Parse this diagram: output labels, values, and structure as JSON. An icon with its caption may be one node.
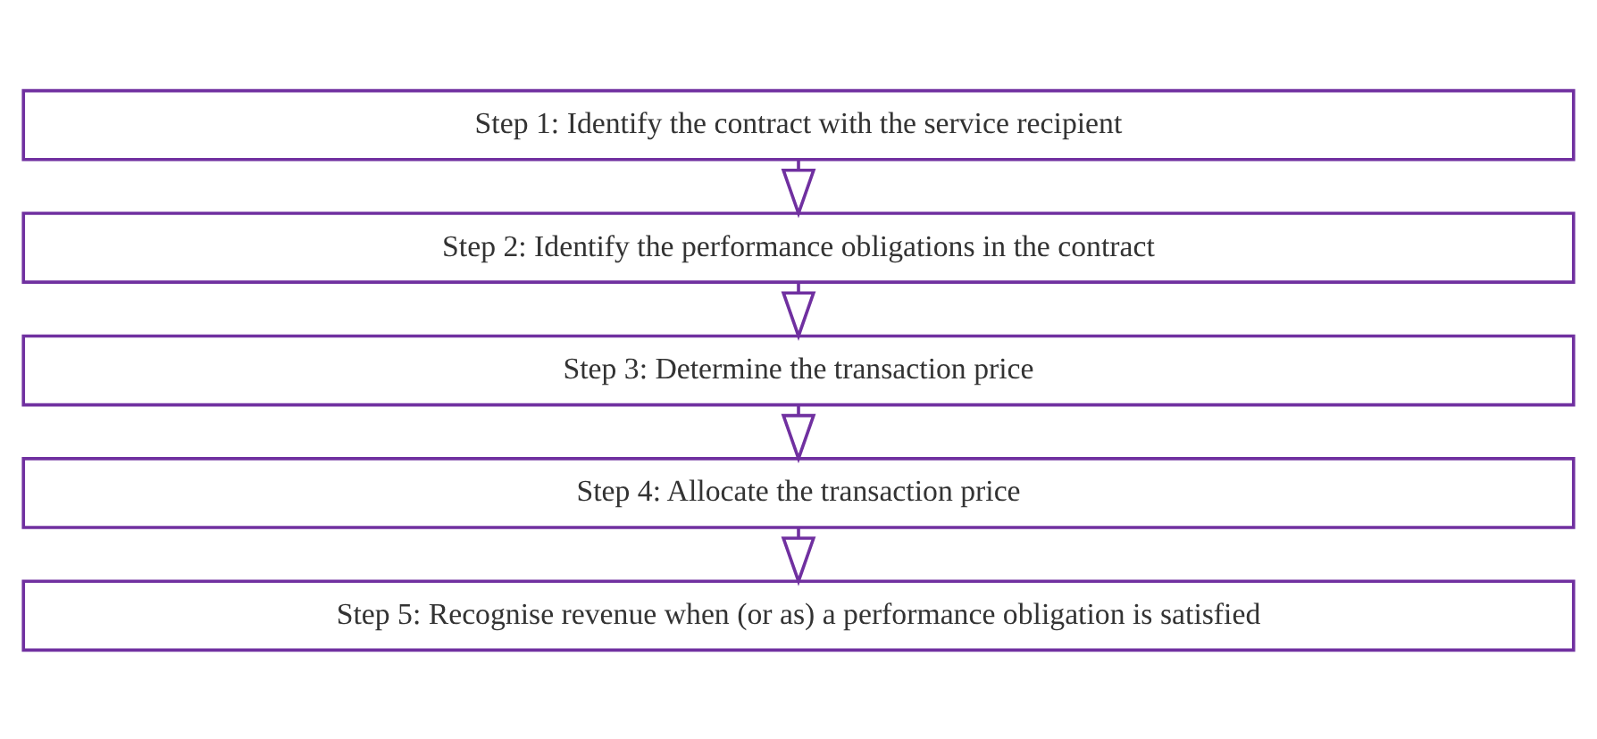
{
  "diagram": {
    "nodes": [
      {
        "text": [
          "Step 1: Identify the contract with the service recipient"
        ]
      },
      {
        "text": [
          "Step 2: Identify the performance obligations in the contract"
        ]
      },
      {
        "text": [
          "Step 3: Determine the transaction price"
        ]
      },
      {
        "text": [
          "Step 4: Allocate the transaction price"
        ]
      },
      {
        "text": [
          "Step 5: Recognise revenue when (or as) a performance obligation is satisfied"
        ]
      }
    ],
    "edges": [
      {
        "from": 0,
        "to": 1,
        "arrow": "to"
      },
      {
        "from": 1,
        "to": 2,
        "arrow": "to"
      },
      {
        "from": 2,
        "to": 3,
        "arrow": "to"
      },
      {
        "from": 3,
        "to": 4,
        "arrow": "to"
      }
    ]
  }
}
